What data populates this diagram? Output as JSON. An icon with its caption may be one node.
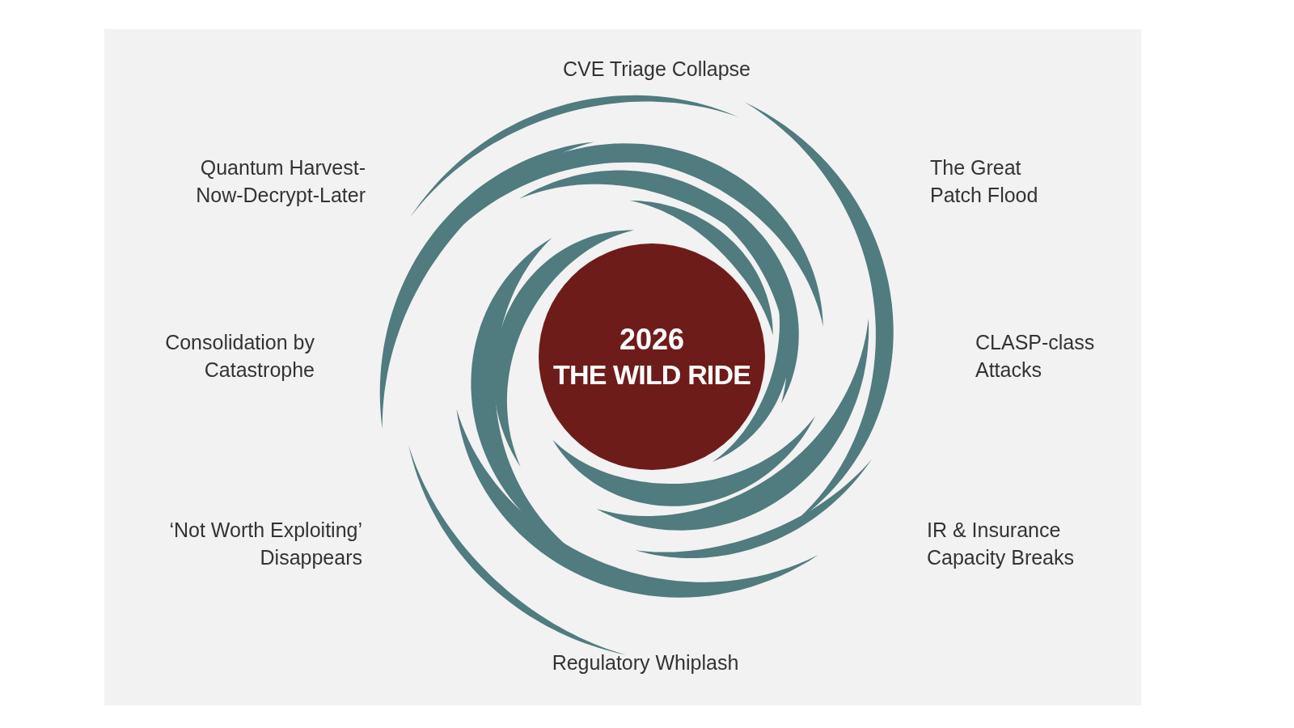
{
  "diagram": {
    "nodes": [
      {
        "text": [
          "2026",
          "THE WILD RIDE"
        ]
      }
    ],
    "edges": [],
    "labels": [
      "CVE Triage Collapse",
      "Quantum Harvest-Now-Decrypt-Later",
      "The Great Patch Flood",
      "Consolidation by Catastrophe",
      "CLASP-class Attacks",
      "‘Not Worth Exploiting’ Disappears",
      "IR & Insurance Capacity Breaks",
      "Regulatory Whiplash"
    ]
  }
}
